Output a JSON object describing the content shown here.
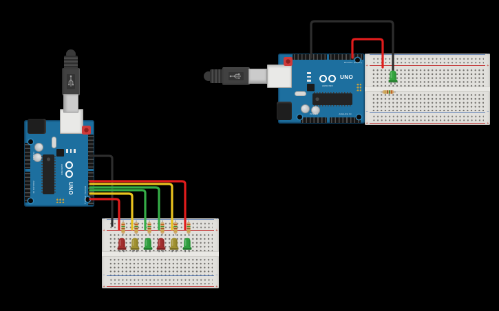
{
  "colors": {
    "background": "#000000",
    "board_blue": "#1d6f9f",
    "breadboard_body": "#e1e0dc",
    "breadboard_hole": "#6f6d69",
    "rail_red": "#c23434",
    "rail_blue": "#4a6fae",
    "wire_black": "#2d2d2d",
    "wire_red": "#e01c1c",
    "wire_yellow": "#eac31e",
    "wire_green": "#35ad47"
  },
  "arduino": {
    "brand": "ARDUINO",
    "model": "UNO",
    "labels": {
      "digital": "DIGITAL (PWM~)",
      "power": "POWER",
      "analog": "ANALOG IN"
    }
  },
  "breadboard": {
    "plus": "+",
    "minus": "−"
  },
  "resistor": {
    "body": "#cfa96f",
    "bands": [
      "#c05a1e",
      "#3d8c2f",
      "#9c5a20",
      "#c8a13c"
    ]
  },
  "circuit1": {
    "wires": [
      {
        "color_name": "black",
        "hex": "#2d2d2d"
      },
      {
        "color_name": "red",
        "hex": "#e01c1c"
      },
      {
        "color_name": "yellow",
        "hex": "#eac31e"
      },
      {
        "color_name": "green",
        "hex": "#35ad47"
      },
      {
        "color_name": "green",
        "hex": "#35ad47"
      },
      {
        "color_name": "yellow",
        "hex": "#eac31e"
      },
      {
        "color_name": "red",
        "hex": "#e01c1c"
      }
    ],
    "leds": [
      {
        "color_name": "red",
        "hex": "#a32e2e"
      },
      {
        "color_name": "yellow",
        "hex": "#a09130"
      },
      {
        "color_name": "green",
        "hex": "#2f9e3e"
      },
      {
        "color_name": "red",
        "hex": "#a32e2e"
      },
      {
        "color_name": "yellow",
        "hex": "#a09130"
      },
      {
        "color_name": "green",
        "hex": "#2f9e3e"
      }
    ],
    "resistor_count": 6
  },
  "circuit2": {
    "wires": [
      {
        "color_name": "black",
        "hex": "#2d2d2d"
      },
      {
        "color_name": "red",
        "hex": "#e01c1c"
      }
    ],
    "led": {
      "color_name": "green",
      "hex": "#33a53d"
    },
    "resistor_count": 1
  }
}
